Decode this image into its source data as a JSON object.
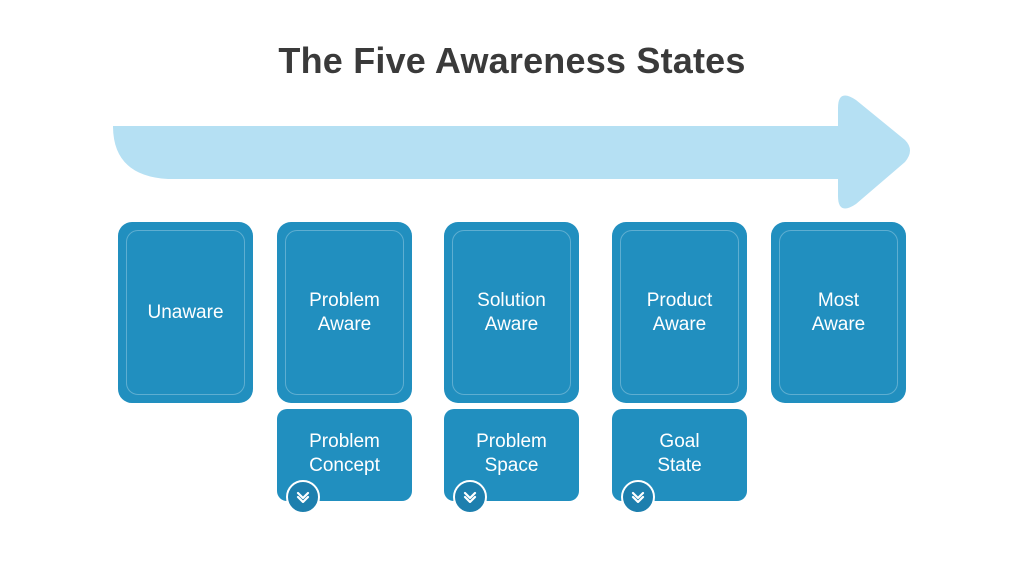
{
  "title": "The Five Awareness States",
  "colors": {
    "arrow": "#b5e0f3",
    "card": "#218fbf",
    "title": "#3a3a3a"
  },
  "states": [
    {
      "label": "Unaware"
    },
    {
      "label": "Problem\nAware"
    },
    {
      "label": "Solution\nAware"
    },
    {
      "label": "Product\nAware"
    },
    {
      "label": "Most\nAware"
    }
  ],
  "sub_items": [
    {
      "label": "Problem\nConcept",
      "icon": "chevron-down-icon"
    },
    {
      "label": "Problem\nSpace",
      "icon": "chevron-down-icon"
    },
    {
      "label": "Goal\nState",
      "icon": "chevron-down-icon"
    }
  ]
}
